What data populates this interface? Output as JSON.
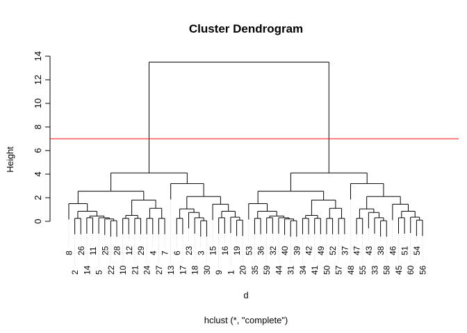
{
  "chart_data": {
    "type": "dendrogram",
    "title": "Cluster Dendrogram",
    "xlabel": "d",
    "sublabel": "hclust (*, \"complete\")",
    "ylabel": "Height",
    "ylim": [
      0,
      14
    ],
    "yticks": [
      0,
      2,
      4,
      6,
      8,
      10,
      12,
      14
    ],
    "hang": 1.35,
    "cut_line": {
      "height": 7,
      "color": "#ff0000"
    },
    "line_color": "#000000",
    "tree": {
      "h": 13.5,
      "c": [
        {
          "h": 4.1,
          "c": [
            {
              "h": 2.55,
              "c": [
                {
                  "h": 1.5,
                  "c": [
                    "8",
                    {
                      "h": 0.85,
                      "c": [
                        {
                          "h": 0.25,
                          "c": [
                            "2",
                            "26"
                          ]
                        },
                        {
                          "h": 0.45,
                          "c": [
                            {
                              "h": 0.3,
                              "c": [
                                "14",
                                "11"
                              ]
                            },
                            {
                              "h": 0.3,
                              "c": [
                                "5",
                                {
                                  "h": 0.2,
                                  "c": [
                                    "25",
                                    {
                                      "h": 0.05,
                                      "c": [
                                        "22",
                                        "28"
                                      ]
                                    }
                                  ]
                                }
                              ]
                            }
                          ]
                        }
                      ]
                    }
                  ]
                },
                {
                  "h": 1.8,
                  "c": [
                    {
                      "h": 0.5,
                      "c": [
                        {
                          "h": 0.25,
                          "c": [
                            "10",
                            "12"
                          ]
                        },
                        {
                          "h": 0.25,
                          "c": [
                            "21",
                            "29"
                          ]
                        }
                      ]
                    },
                    {
                      "h": 1.1,
                      "c": [
                        {
                          "h": 0.25,
                          "c": [
                            "24",
                            "4"
                          ]
                        },
                        {
                          "h": 0.25,
                          "c": [
                            "27",
                            "7"
                          ]
                        }
                      ]
                    }
                  ]
                }
              ]
            },
            {
              "h": 3.2,
              "c": [
                "13",
                {
                  "h": 2.1,
                  "c": [
                    {
                      "h": 1.05,
                      "c": [
                        {
                          "h": 0.25,
                          "c": [
                            "6",
                            "17"
                          ]
                        },
                        {
                          "h": 0.75,
                          "c": [
                            "23",
                            {
                              "h": 0.3,
                              "c": [
                                "18",
                                {
                                  "h": 0.05,
                                  "c": [
                                    "3",
                                    "30"
                                  ]
                                }
                              ]
                            }
                          ]
                        }
                      ]
                    },
                    {
                      "h": 1.45,
                      "c": [
                        "15",
                        {
                          "h": 0.85,
                          "c": [
                            {
                              "h": 0.3,
                              "c": [
                                "9",
                                "16"
                              ]
                            },
                            {
                              "h": 0.35,
                              "c": [
                                "1",
                                {
                                  "h": 0.1,
                                  "c": [
                                    "19",
                                    "20"
                                  ]
                                }
                              ]
                            }
                          ]
                        }
                      ]
                    }
                  ]
                }
              ]
            }
          ]
        },
        {
          "h": 4.1,
          "c": [
            {
              "h": 2.55,
              "c": [
                {
                  "h": 1.5,
                  "c": [
                    "53",
                    {
                      "h": 0.85,
                      "c": [
                        {
                          "h": 0.25,
                          "c": [
                            "35",
                            "36"
                          ]
                        },
                        {
                          "h": 0.45,
                          "c": [
                            {
                              "h": 0.3,
                              "c": [
                                "59",
                                "32"
                              ]
                            },
                            {
                              "h": 0.3,
                              "c": [
                                "44",
                                {
                                  "h": 0.2,
                                  "c": [
                                    "40",
                                    {
                                      "h": 0.05,
                                      "c": [
                                        "31",
                                        "39"
                                      ]
                                    }
                                  ]
                                }
                              ]
                            }
                          ]
                        }
                      ]
                    }
                  ]
                },
                {
                  "h": 1.8,
                  "c": [
                    {
                      "h": 0.5,
                      "c": [
                        {
                          "h": 0.25,
                          "c": [
                            "34",
                            "42"
                          ]
                        },
                        {
                          "h": 0.25,
                          "c": [
                            "41",
                            "49"
                          ]
                        }
                      ]
                    },
                    {
                      "h": 1.1,
                      "c": [
                        {
                          "h": 0.25,
                          "c": [
                            "50",
                            "52"
                          ]
                        },
                        {
                          "h": 0.25,
                          "c": [
                            "57",
                            "37"
                          ]
                        }
                      ]
                    }
                  ]
                }
              ]
            },
            {
              "h": 3.2,
              "c": [
                "48",
                {
                  "h": 2.1,
                  "c": [
                    {
                      "h": 1.05,
                      "c": [
                        {
                          "h": 0.25,
                          "c": [
                            "47",
                            "55"
                          ]
                        },
                        {
                          "h": 0.75,
                          "c": [
                            "43",
                            {
                              "h": 0.3,
                              "c": [
                                "33",
                                {
                                  "h": 0.05,
                                  "c": [
                                    "38",
                                    "58"
                                  ]
                                }
                              ]
                            }
                          ]
                        }
                      ]
                    },
                    {
                      "h": 1.45,
                      "c": [
                        "46",
                        {
                          "h": 0.85,
                          "c": [
                            {
                              "h": 0.3,
                              "c": [
                                "45",
                                "51"
                              ]
                            },
                            {
                              "h": 0.35,
                              "c": [
                                "60",
                                {
                                  "h": 0.1,
                                  "c": [
                                    "54",
                                    "56"
                                  ]
                                }
                              ]
                            }
                          ]
                        }
                      ]
                    }
                  ]
                }
              ]
            }
          ]
        }
      ]
    }
  }
}
